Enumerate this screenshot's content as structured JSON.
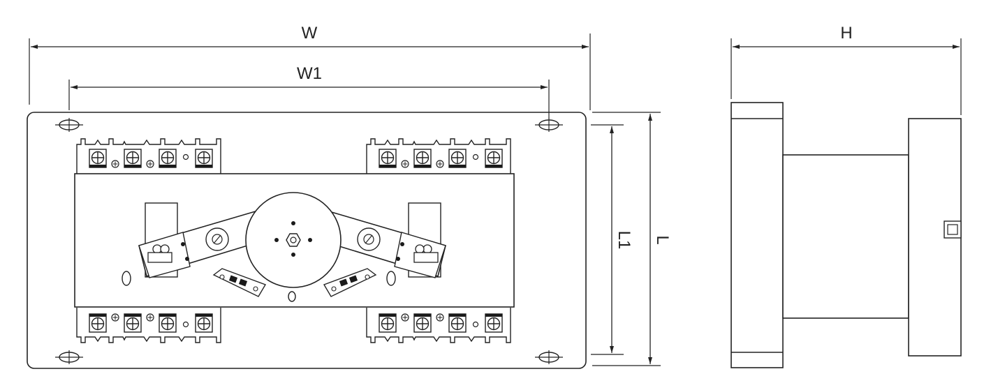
{
  "labels": {
    "w": "W",
    "w1": "W1",
    "h": "H",
    "l1": "L1",
    "l": "L"
  },
  "colors": {
    "stroke": "#222222",
    "background": "#ffffff",
    "dark_fill": "#1a1a1a"
  }
}
